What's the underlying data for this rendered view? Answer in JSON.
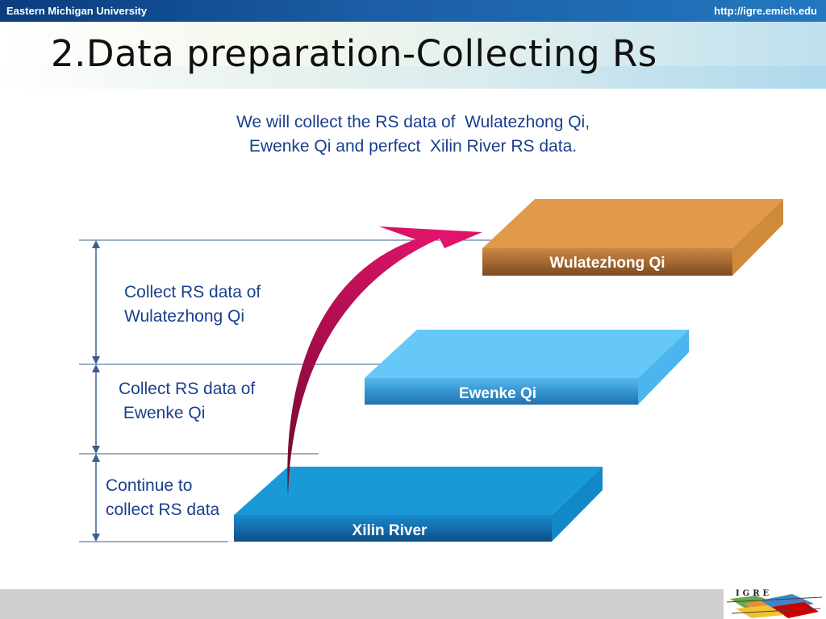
{
  "header": {
    "left_text": "Eastern Michigan University",
    "right_text": "http://igre.emich.edu"
  },
  "title": "2.Data preparation-Collecting Rs",
  "subtitle": {
    "line1": "We will collect the RS data of  Wulatezhong Qi,",
    "line2": "Ewenke Qi and perfect  Xilin River RS data."
  },
  "steps": [
    {
      "block_label": "Wulatezhong Qi",
      "side_text_line1": "Collect RS data of",
      "side_text_line2": "Wulatezhong Qi"
    },
    {
      "block_label": "Ewenke Qi",
      "side_text_line1": "Collect RS data of",
      "side_text_line2": " Ewenke Qi"
    },
    {
      "block_label": "Xilin River",
      "side_text_line1": "Continue to",
      "side_text_line2": "collect RS data"
    }
  ],
  "footer": {
    "logo_text": "IGRE"
  },
  "colors": {
    "header_bar": "#1c5da5",
    "text_blue": "#1a3f8c",
    "block_orange": "#e09a4a",
    "block_light_blue": "#66c8f8",
    "block_blue": "#1a99d8",
    "arrow": "#d01262",
    "bottom_bar": "#cfcfcf"
  }
}
